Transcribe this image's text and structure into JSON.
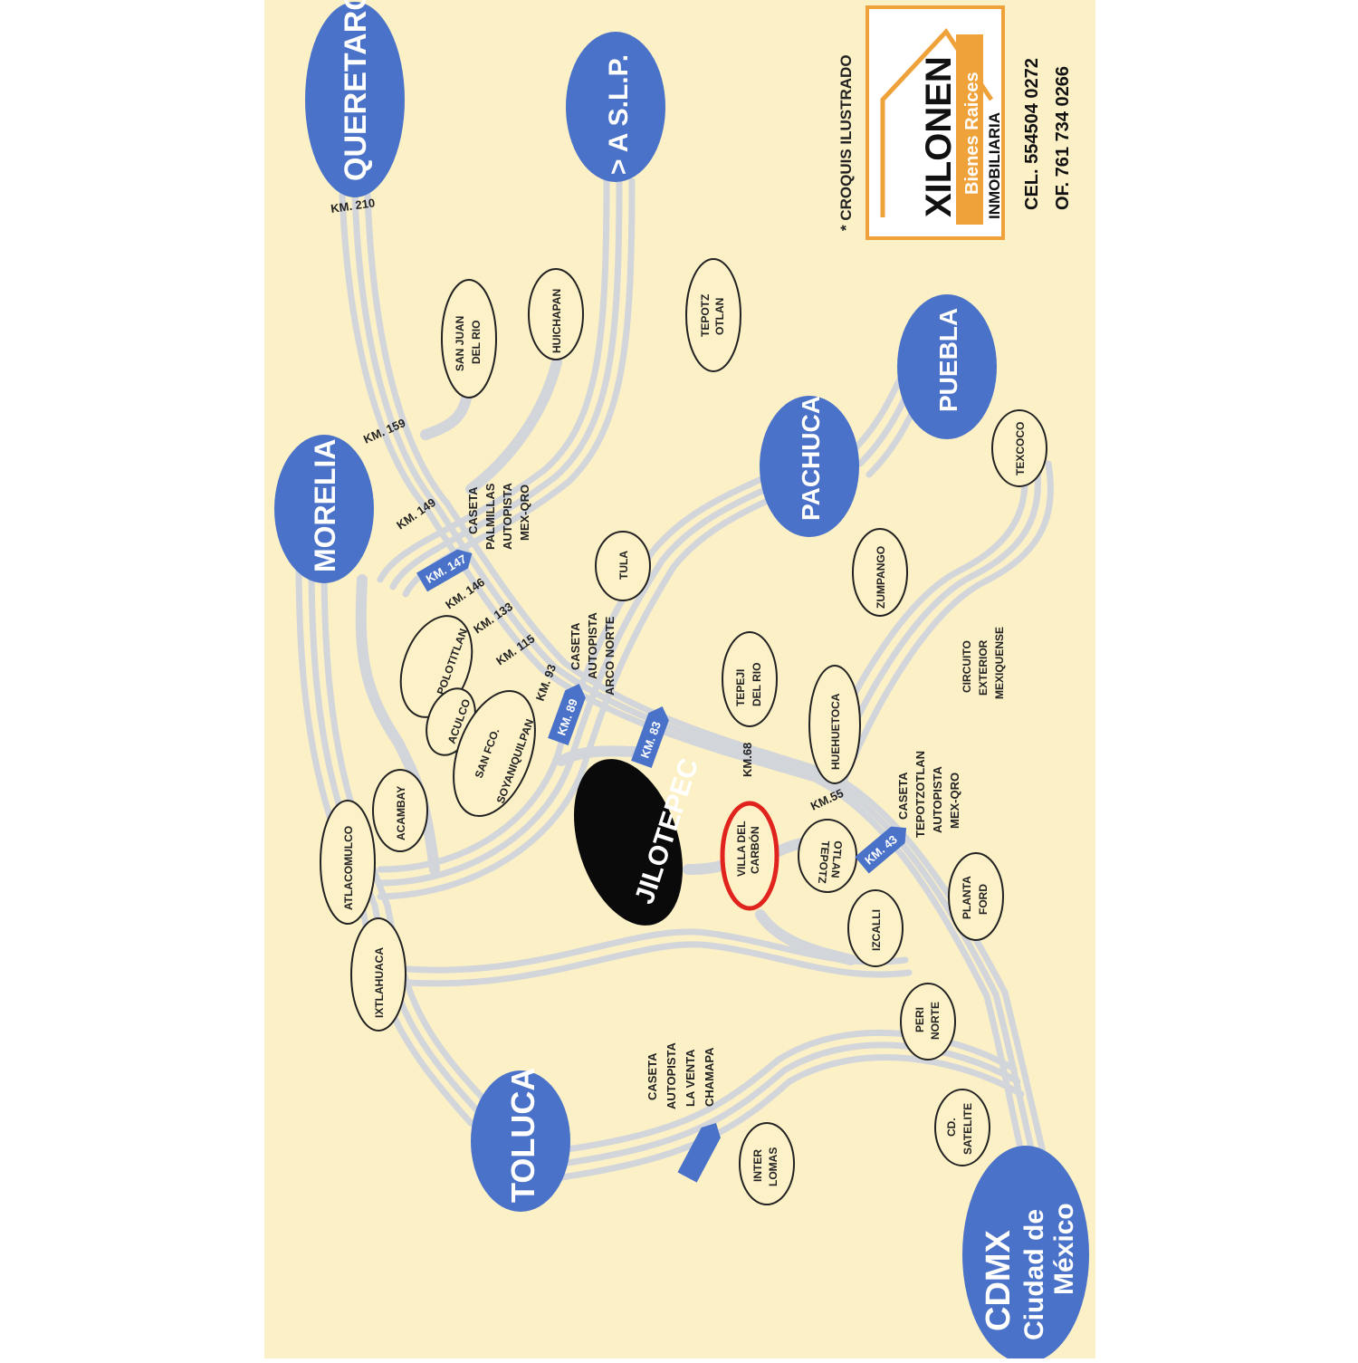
{
  "header": {
    "note": "* CROQUIS  ILUSTRADO",
    "brand": {
      "name": "XILONEN",
      "tagline": "Bienes Raices",
      "sub": "INMOBILIARIA"
    },
    "phones": [
      "CEL.  554504 0272",
      "OF.  761 734 0266"
    ]
  },
  "colors": {
    "background": "#fcf0c6",
    "city_blue": "#4a72c8",
    "road_gray": "#d2d5da",
    "highlight_red": "#e0231c",
    "brand_orange": "#f0a23a"
  },
  "cities": {
    "queretaro": "QUERETARO",
    "slp": "> A  S.L.P.",
    "morelia": "MORELIA",
    "pachuca": "PACHUCA",
    "puebla": "PUEBLA",
    "toluca": "TOLUCA",
    "cdmx_1": "CDMX",
    "cdmx_2": "Ciudad de",
    "cdmx_3": "México",
    "jilotepec": "JILOTEPEC"
  },
  "towns": {
    "san_juan_1": "SAN JUAN",
    "san_juan_2": "DEL RIO",
    "huichapan": "HUICHAPAN",
    "tepotzotlan_top_1": "TEPOTZ",
    "tepotzotlan_top_2": "OTLAN",
    "texcoco": "TEXCOCO",
    "zumpango": "ZUMPANGO",
    "tula": "TULA",
    "polotitlan": "POLOTITLAN",
    "aculco": "ACULCO",
    "sanfco_1": "SAN FCO.",
    "sanfco_2": "SOYANIQUILPAN",
    "acambay": "ACAMBAY",
    "atlacomulco": "ATLACOMULCO",
    "ixtlahuaca": "IXTLAHUACA",
    "tepeji_1": "TEPEJI",
    "tepeji_2": "DEL RIO",
    "huehuetoca": "HUEHUETOCA",
    "villa_1": "VILLA DEL",
    "villa_2": "CARBÓN",
    "tepotzotlan_low_1": "TEPOTZ",
    "tepotzotlan_low_2": "OTLAN",
    "izcalli": "IZCALLI",
    "planta_1": "PLANTA",
    "planta_2": "FORD",
    "peri_1": "PERI",
    "peri_2": "NORTE",
    "satelite_1": "CD.",
    "satelite_2": "SATELITE",
    "interlomas_1": "INTER",
    "interlomas_2": "LOMAS",
    "circuito_1": "CIRCUITO",
    "circuito_2": "EXTERIOR",
    "circuito_3": "MEXIQUENSE"
  },
  "km_labels": {
    "km210": "KM. 210",
    "km159": "KM. 159",
    "km149": "KM. 149",
    "km146": "KM. 146",
    "km133": "KM. 133",
    "km115": "KM. 115",
    "km93": "KM. 93",
    "km68": "KM.68",
    "km55": "KM.55"
  },
  "badges": {
    "km147": "KM. 147",
    "km89": "KM. 89",
    "km83": "KM. 83",
    "km43": "KM. 43"
  },
  "tolls": {
    "palmillas": [
      "CASETA",
      "PALMILLAS",
      "AUTOPISTA",
      "MEX-QRO"
    ],
    "arco_norte": [
      "CASETA",
      "AUTOPISTA",
      "ARCO NORTE"
    ],
    "tepotzotlan": [
      "CASETA",
      "TEPOTZOTLAN",
      "AUTOPISTA",
      "MEX-QRO"
    ],
    "chamapa": [
      "CASETA",
      "AUTOPISTA",
      "LA VENTA",
      "CHAMAPA"
    ]
  }
}
